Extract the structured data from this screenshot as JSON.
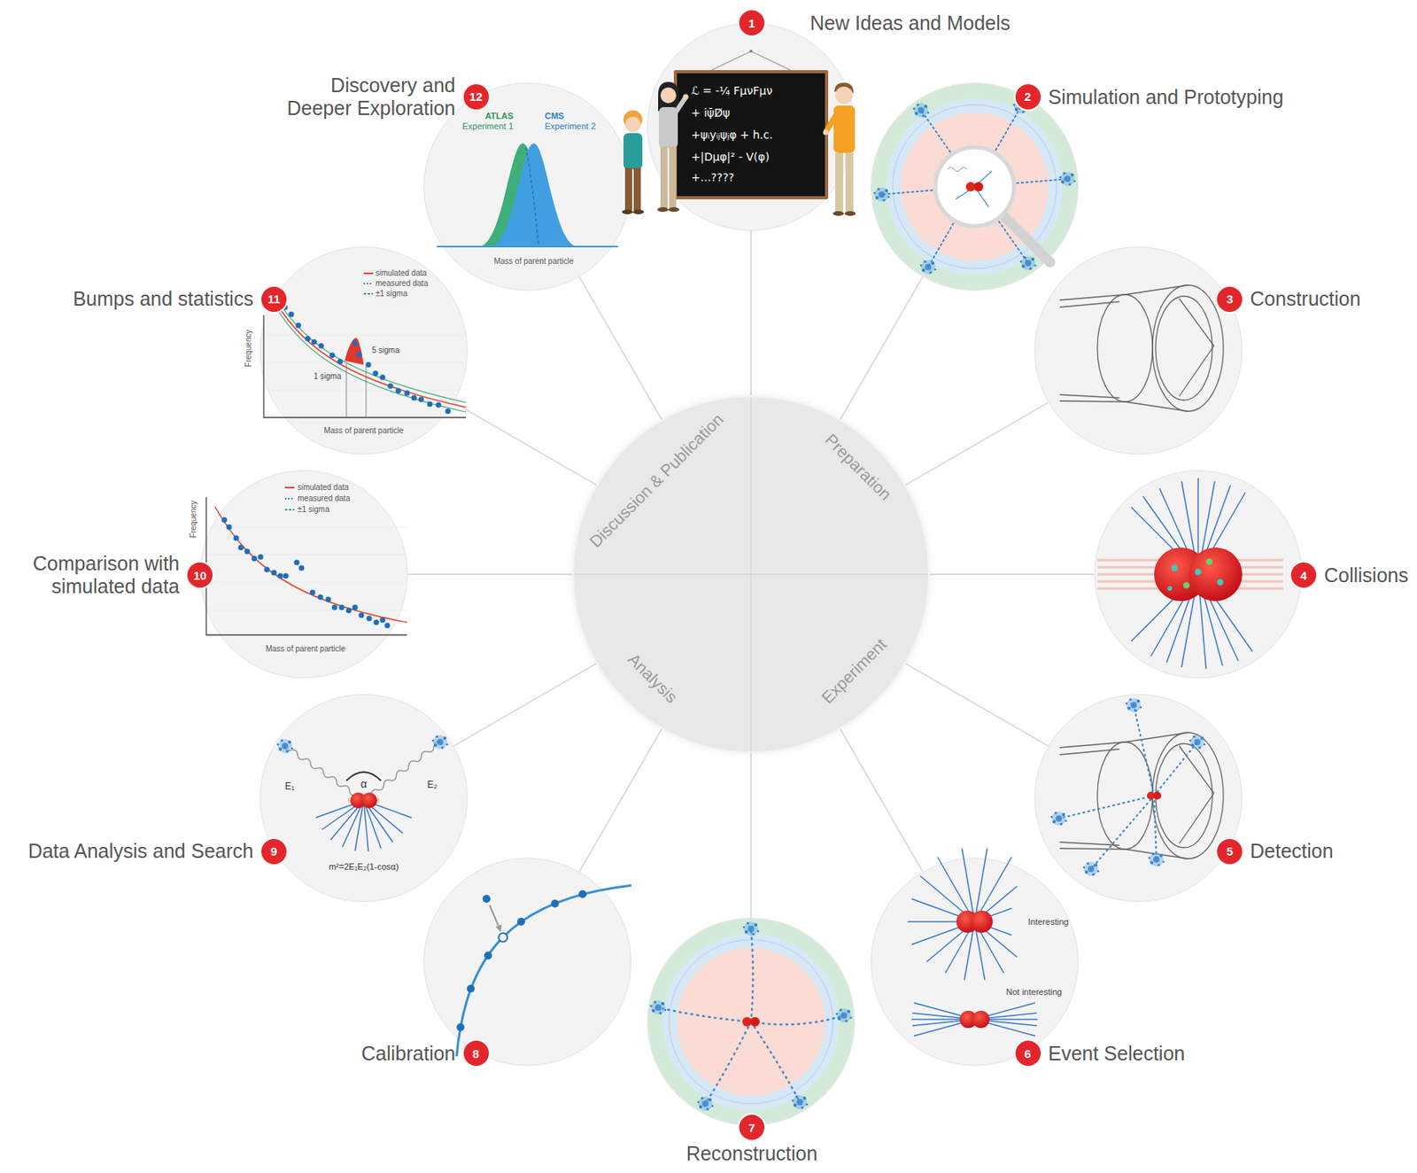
{
  "diagram": {
    "nodes": [
      {
        "text": [
          "Discussion & Publication",
          "Preparation",
          "Analysis",
          "Experiment"
        ]
      },
      {
        "text": [
          "1",
          "New Ideas and Models"
        ]
      },
      {
        "text": [
          "2",
          "Simulation and Prototyping"
        ]
      },
      {
        "text": [
          "3",
          "Construction"
        ]
      },
      {
        "text": [
          "4",
          "Collisions"
        ]
      },
      {
        "text": [
          "5",
          "Detection"
        ]
      },
      {
        "text": [
          "6",
          "Event Selection"
        ]
      },
      {
        "text": [
          "7",
          "Reconstruction"
        ]
      },
      {
        "text": [
          "8",
          "Calibration"
        ]
      },
      {
        "text": [
          "9",
          "Data Analysis and Search"
        ]
      },
      {
        "text": [
          "10",
          "Comparison with simulated data"
        ]
      },
      {
        "text": [
          "11",
          "Bumps and statistics"
        ]
      },
      {
        "text": [
          "12",
          "Discovery and Deeper Exploration"
        ]
      }
    ],
    "edges": [
      {
        "from": 0,
        "to": 1,
        "arrow": "none"
      },
      {
        "from": 0,
        "to": 2,
        "arrow": "none"
      },
      {
        "from": 0,
        "to": 3,
        "arrow": "none"
      },
      {
        "from": 0,
        "to": 4,
        "arrow": "none"
      },
      {
        "from": 0,
        "to": 5,
        "arrow": "none"
      },
      {
        "from": 0,
        "to": 6,
        "arrow": "none"
      },
      {
        "from": 0,
        "to": 7,
        "arrow": "none"
      },
      {
        "from": 0,
        "to": 8,
        "arrow": "none"
      },
      {
        "from": 0,
        "to": 9,
        "arrow": "none"
      },
      {
        "from": 0,
        "to": 10,
        "arrow": "none"
      },
      {
        "from": 0,
        "to": 11,
        "arrow": "none"
      },
      {
        "from": 0,
        "to": 12,
        "arrow": "none"
      }
    ],
    "labels": [
      "ℒ = -¼ FμνFμν",
      "+ iψ̄D̸ψ",
      "+ψᵢyᵢⱼψⱼφ + h.c.",
      "+|Dμφ|² - V(φ)",
      "+...????",
      "Interesting",
      "Not interesting",
      "E₁",
      "α",
      "E₂",
      "m²=2E₁E₂(1-cosα)",
      "Frequency",
      "Mass of parent particle",
      "Frequency",
      "1 sigma",
      "5 sigma",
      "Mass of parent particle",
      "ATLAS",
      "Experiment 1",
      "CMS",
      "Experiment 2",
      "Mass of parent particle"
    ],
    "legend": [
      {
        "text": "simulated data"
      },
      {
        "text": "measured data"
      },
      {
        "text": "±1 sigma"
      },
      {
        "text": "simulated data"
      },
      {
        "text": "measured data"
      },
      {
        "text": "±1 sigma"
      }
    ]
  }
}
